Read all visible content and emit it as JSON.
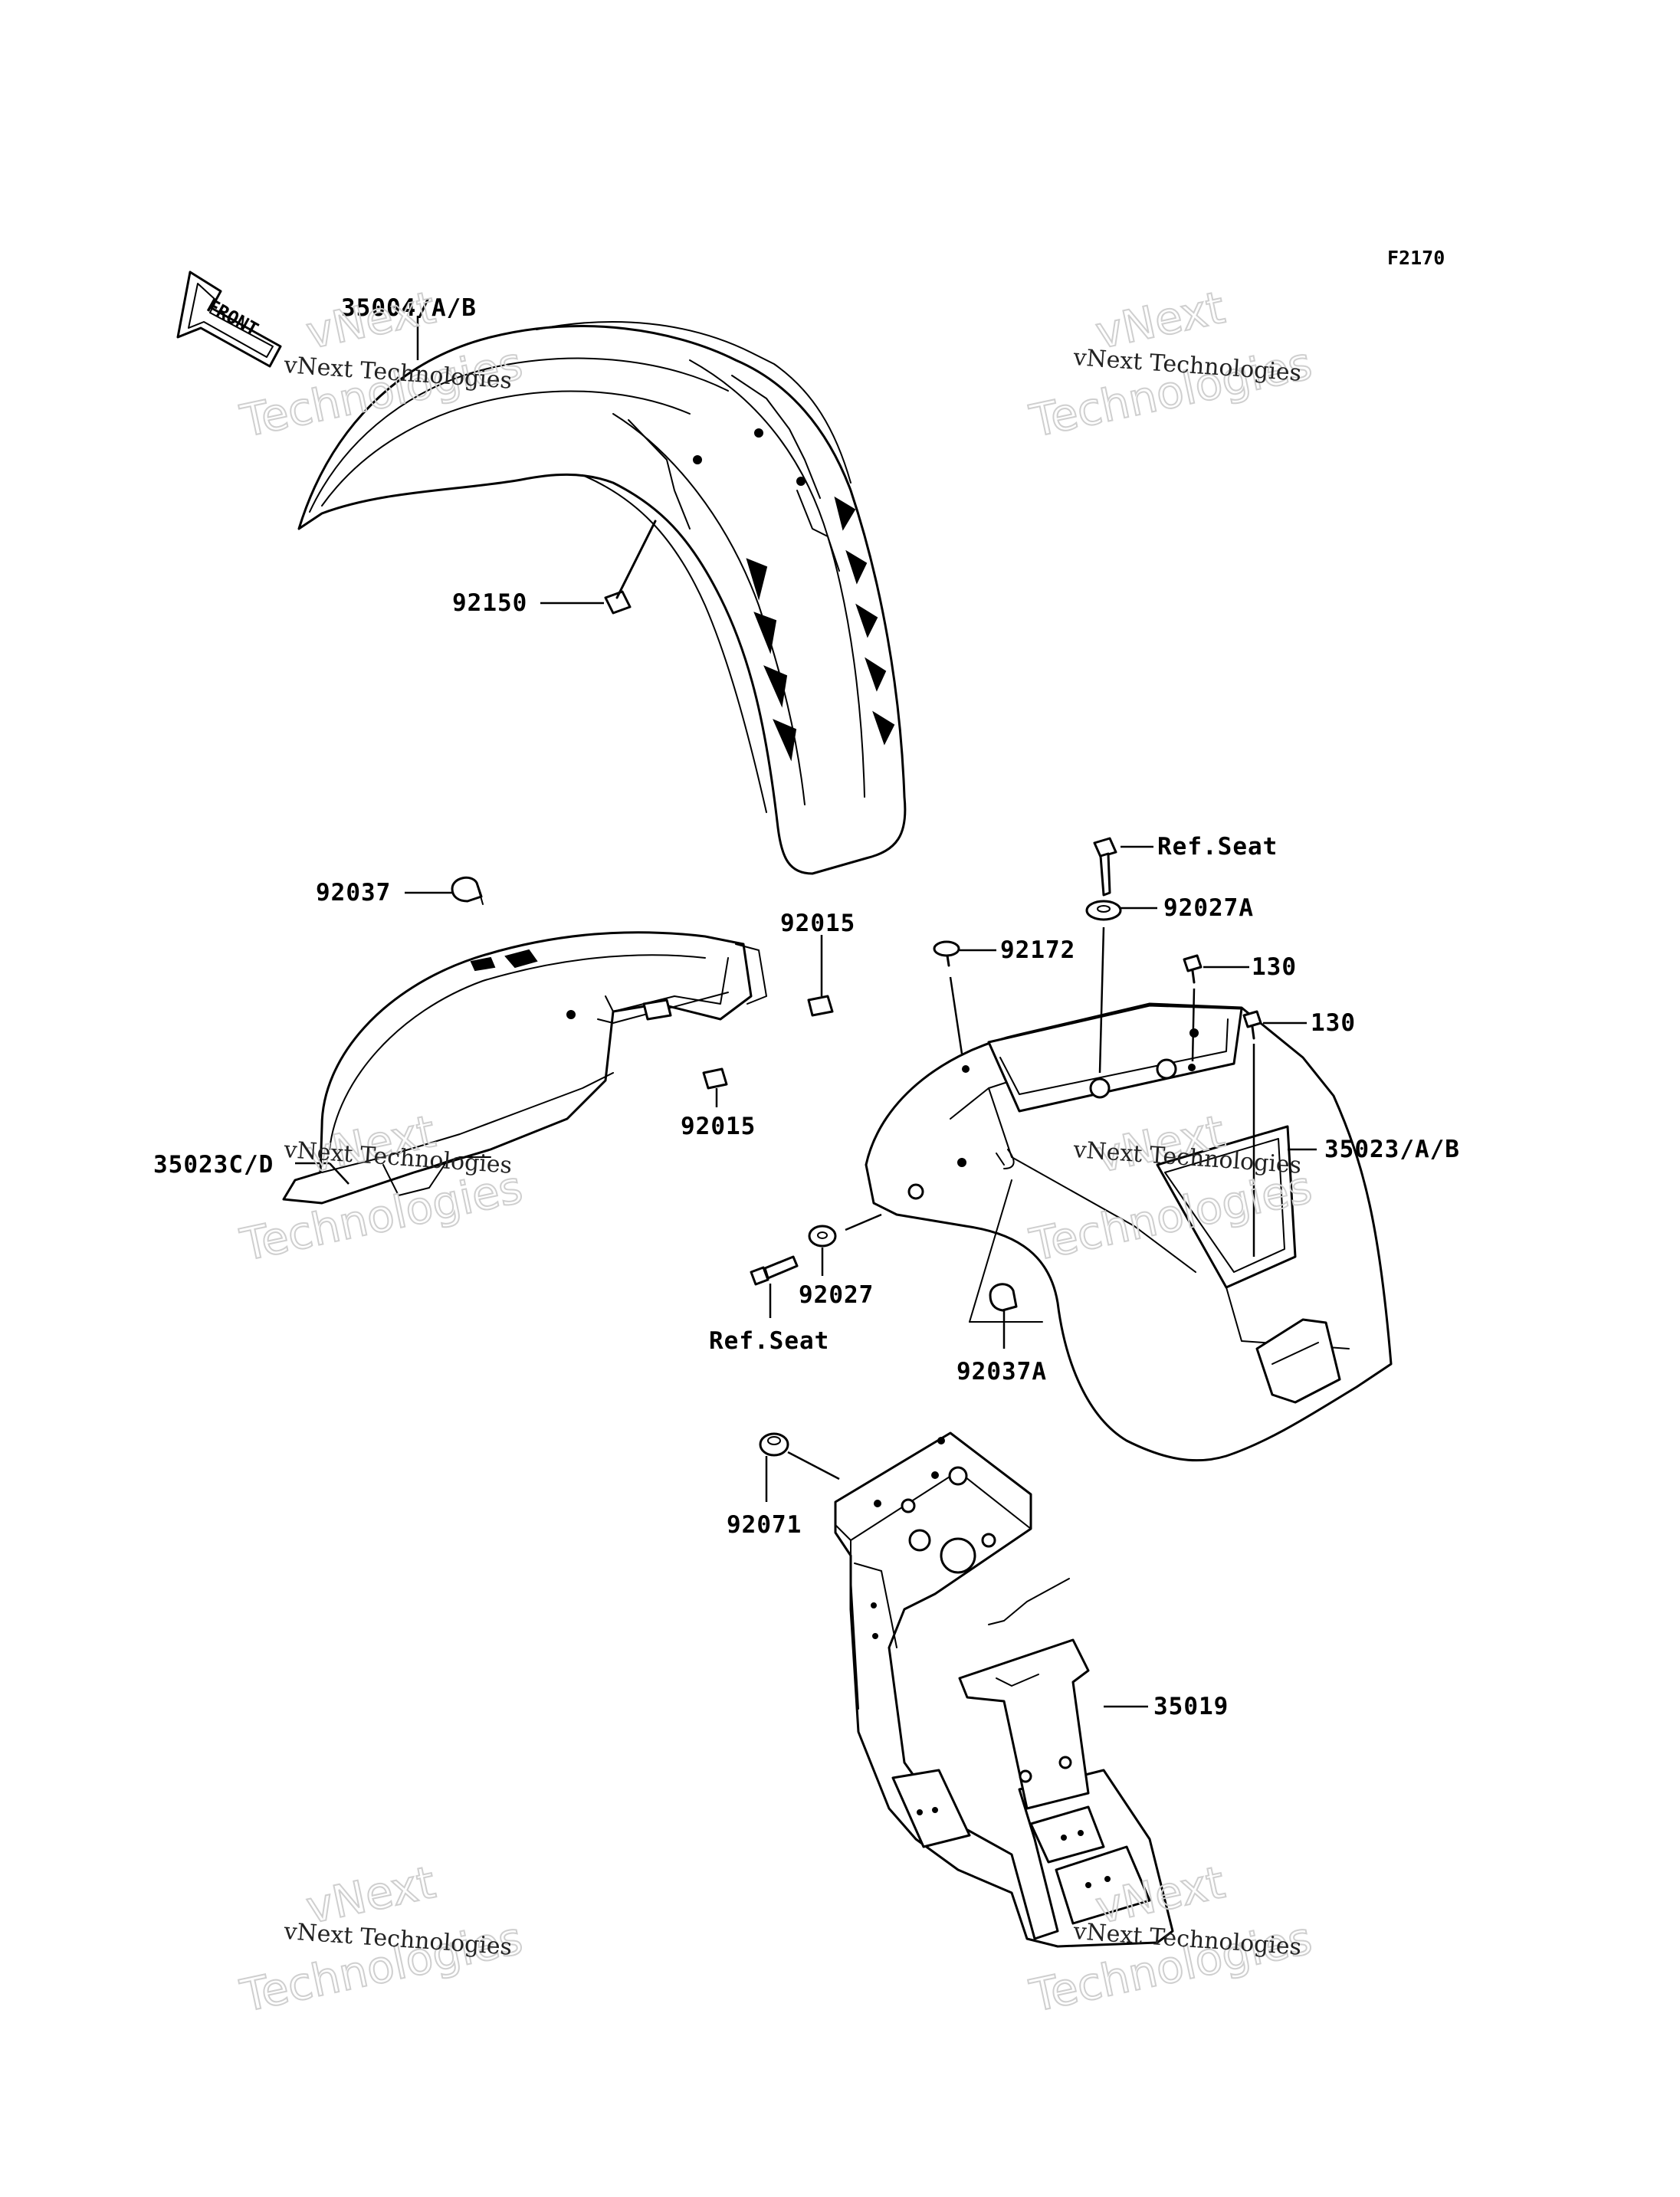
{
  "figure_code": "F2170",
  "front_arrow": {
    "text": "FRONT",
    "icon": "front-arrow-icon"
  },
  "watermark": {
    "line1": "vNext Technologies",
    "line2a": "vNext",
    "line2b": "Technologies"
  },
  "labels": {
    "front_fender": "35004/A/B",
    "bolt_front": "92150",
    "clamp_left": "92037",
    "nut_top": "92015",
    "nut_bottom": "92015",
    "inner_fender": "35023C/D",
    "bolt_seat_top": "Ref.Seat",
    "washer_top": "92027A",
    "screw_92172": "92172",
    "bolt_130_a": "130",
    "bolt_130_b": "130",
    "rear_fender": "35023/A/B",
    "washer_92027": "92027",
    "bolt_seat_bottom": "Ref.Seat",
    "clamp_92037a": "92037A",
    "grommet": "92071",
    "flap": "35019"
  }
}
